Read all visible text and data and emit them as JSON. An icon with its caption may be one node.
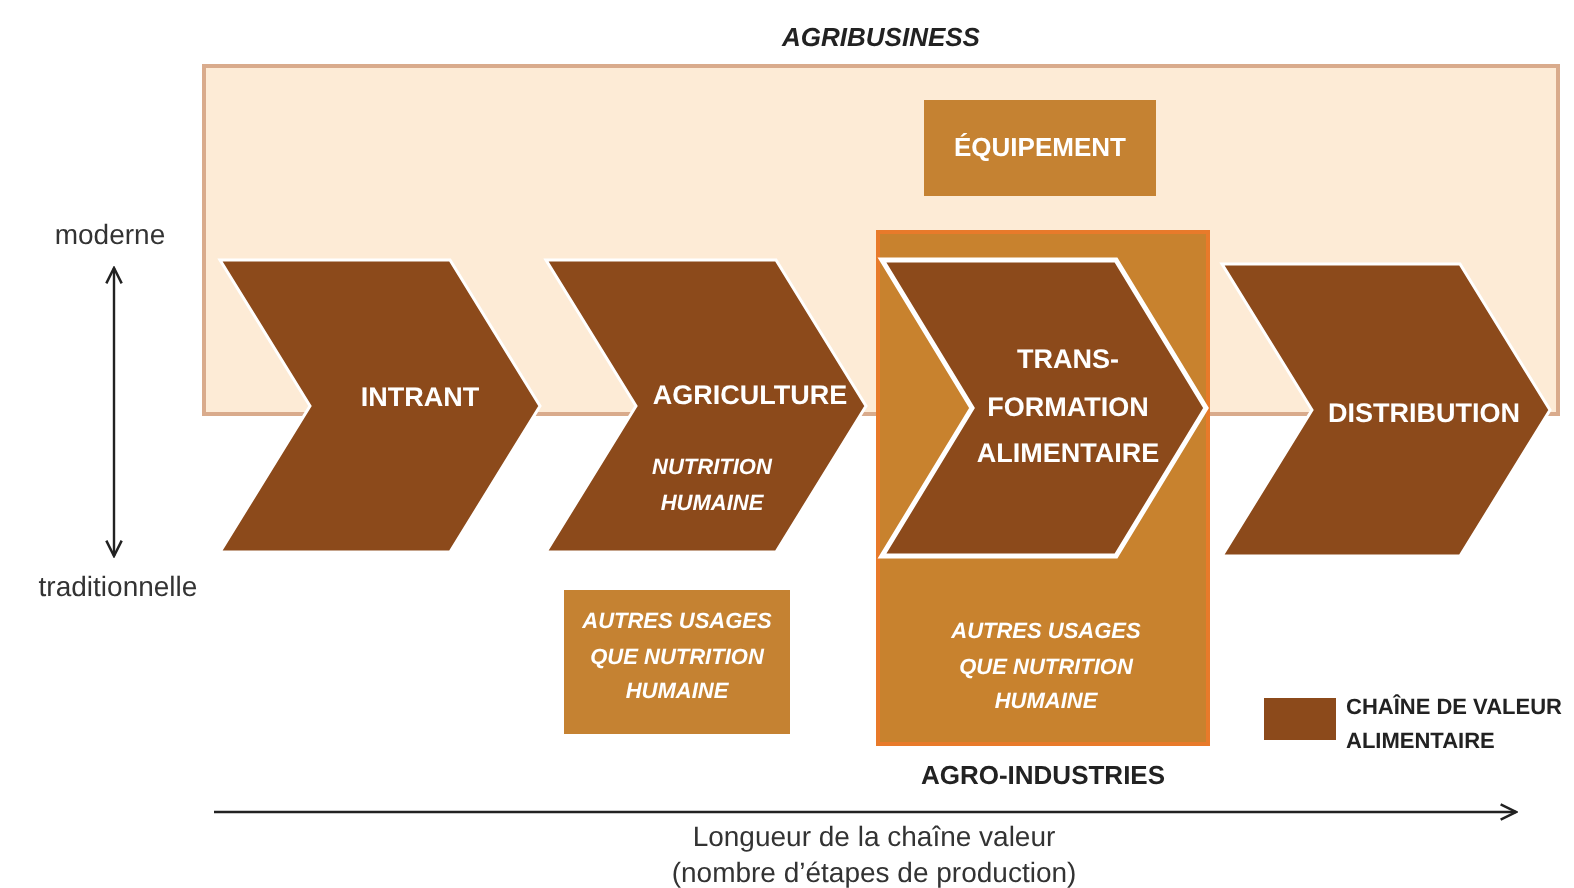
{
  "diagram": {
    "nodes": [
      {
        "text": [
          "AGRIBUSINESS"
        ]
      },
      {
        "text": [
          "ÉQUIPEMENT"
        ],
        "in": 0
      },
      {
        "text": [
          "AGRO-INDUSTRIES"
        ]
      },
      {
        "text": [
          "INTRANT"
        ]
      },
      {
        "text": [
          "AGRICULTURE",
          "NUTRITION HUMAINE"
        ]
      },
      {
        "text": [
          "TRANS- FORMATION ALIMENTAIRE"
        ],
        "in": 2
      },
      {
        "text": [
          "DISTRIBUTION"
        ]
      },
      {
        "text": [
          "AUTRES USAGES QUE NUTRITION HUMAINE"
        ]
      },
      {
        "text": [
          "AUTRES USAGES QUE NUTRITION HUMAINE"
        ],
        "in": 2
      }
    ],
    "labels": [
      "moderne",
      "traditionnelle",
      "Longueur de la chaîne valeur (nombre d’étapes de production)"
    ],
    "legend": [
      {
        "text": "CHAÎNE DE VALEUR ALIMENTAIRE",
        "color": "#8c4a1b"
      }
    ]
  }
}
